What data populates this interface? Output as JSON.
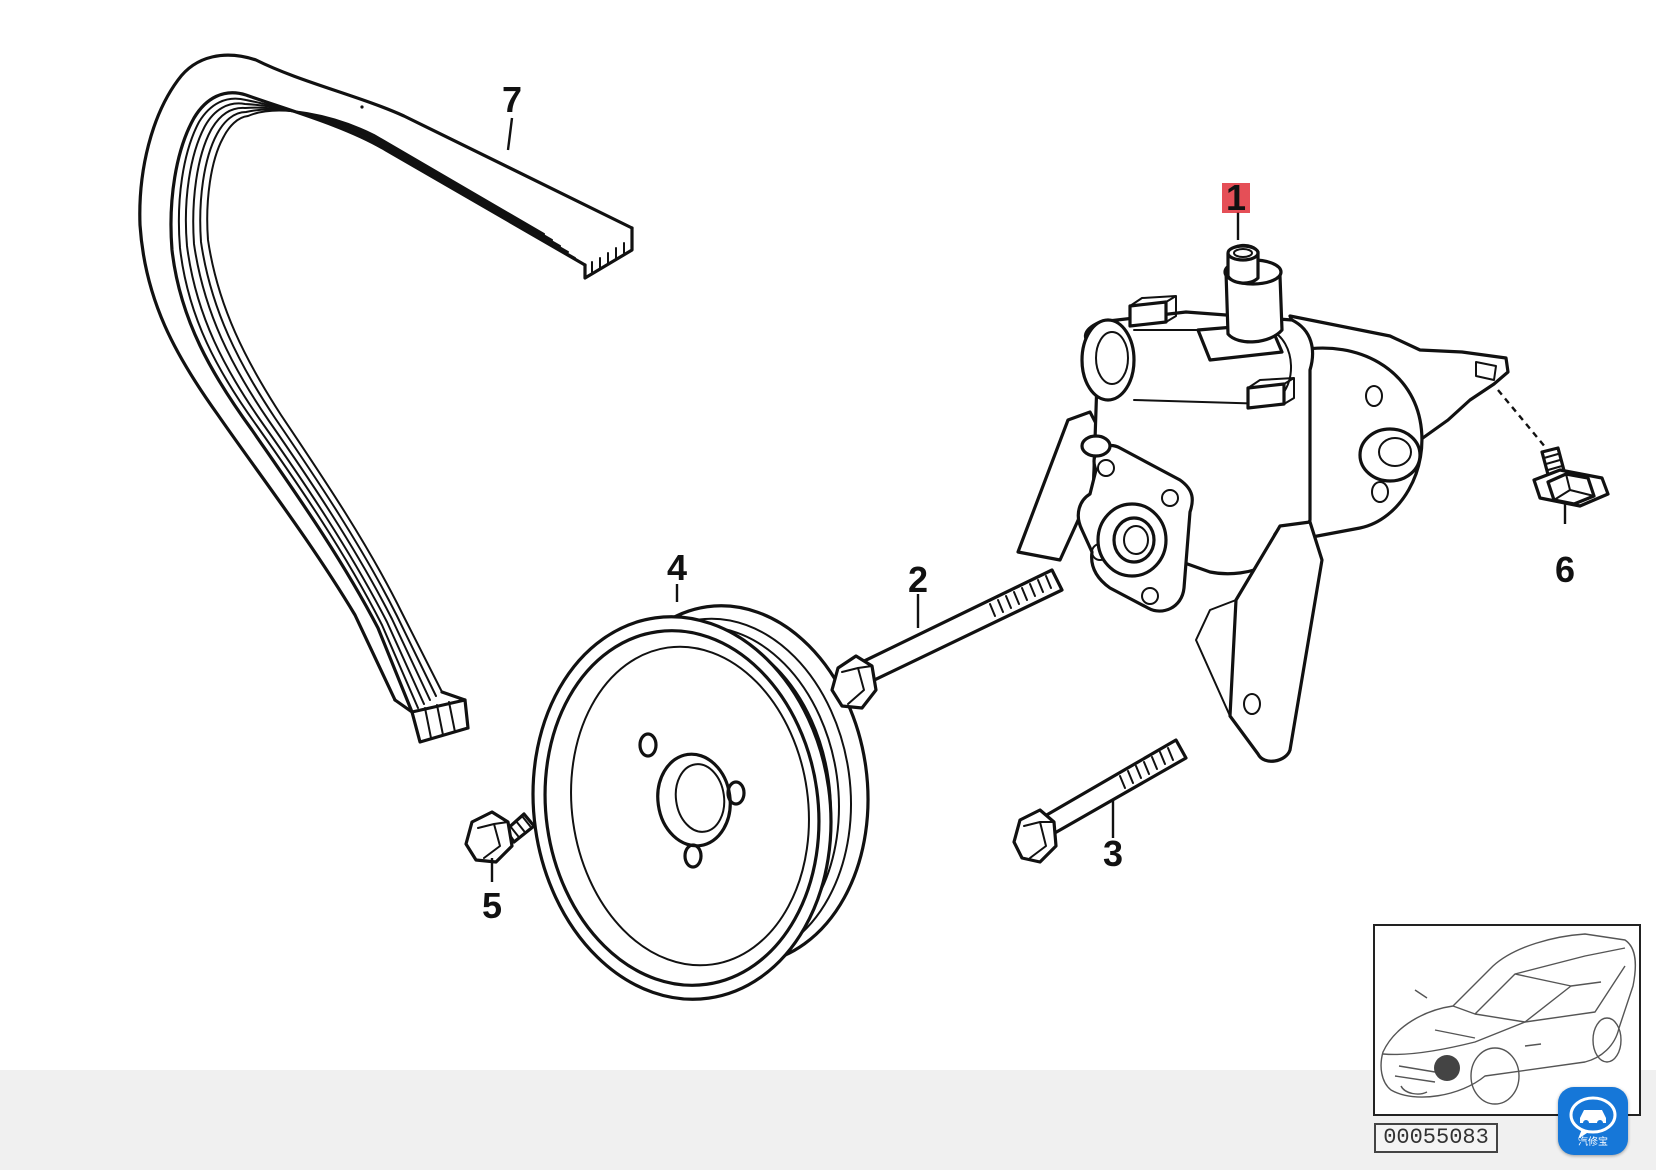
{
  "callouts": {
    "part_1": "1",
    "part_2": "2",
    "part_3": "3",
    "part_4": "4",
    "part_5": "5",
    "part_6": "6",
    "part_7": "7"
  },
  "highlight_color": "#e0303a",
  "reference_number": "00055083",
  "watermark": {
    "icon": "car-service-chat-icon",
    "text": "汽修宝",
    "color": "#1677d8"
  }
}
